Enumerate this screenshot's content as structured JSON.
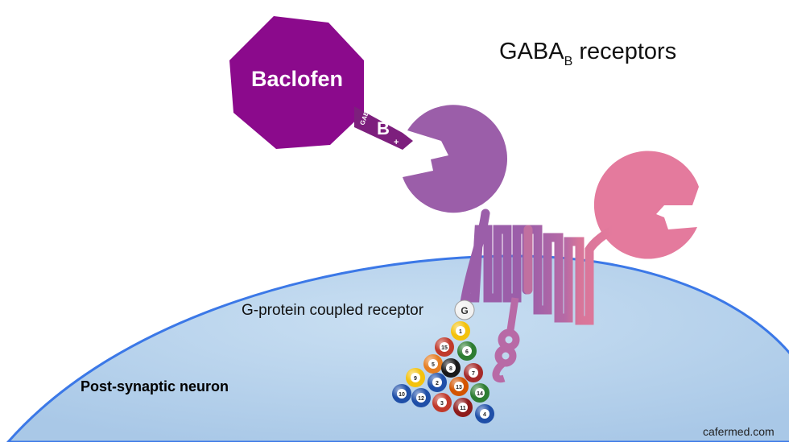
{
  "title": {
    "main": "GABA",
    "sub": "B",
    "suffix": "receptors"
  },
  "labels": {
    "drug": "Baclofen",
    "tag_small": "GABA",
    "tag_big": "B",
    "tag_sign": "+",
    "gpcr": "G-protein coupled receptor",
    "neuron": "Post-synaptic neuron",
    "credit": "cafermed.com",
    "g_ball": "G"
  },
  "balls": [
    "1",
    "15",
    "6",
    "5",
    "8",
    "7",
    "9",
    "2",
    "13",
    "14",
    "10",
    "12",
    "3",
    "11",
    "4"
  ],
  "colors": {
    "cell_fill": "#b9d3ec",
    "cell_edge": "#3b78e7",
    "drug": "#8b0a8c",
    "receptor_purple": "#9b5ea9",
    "receptor_pink": "#e47a9d"
  }
}
